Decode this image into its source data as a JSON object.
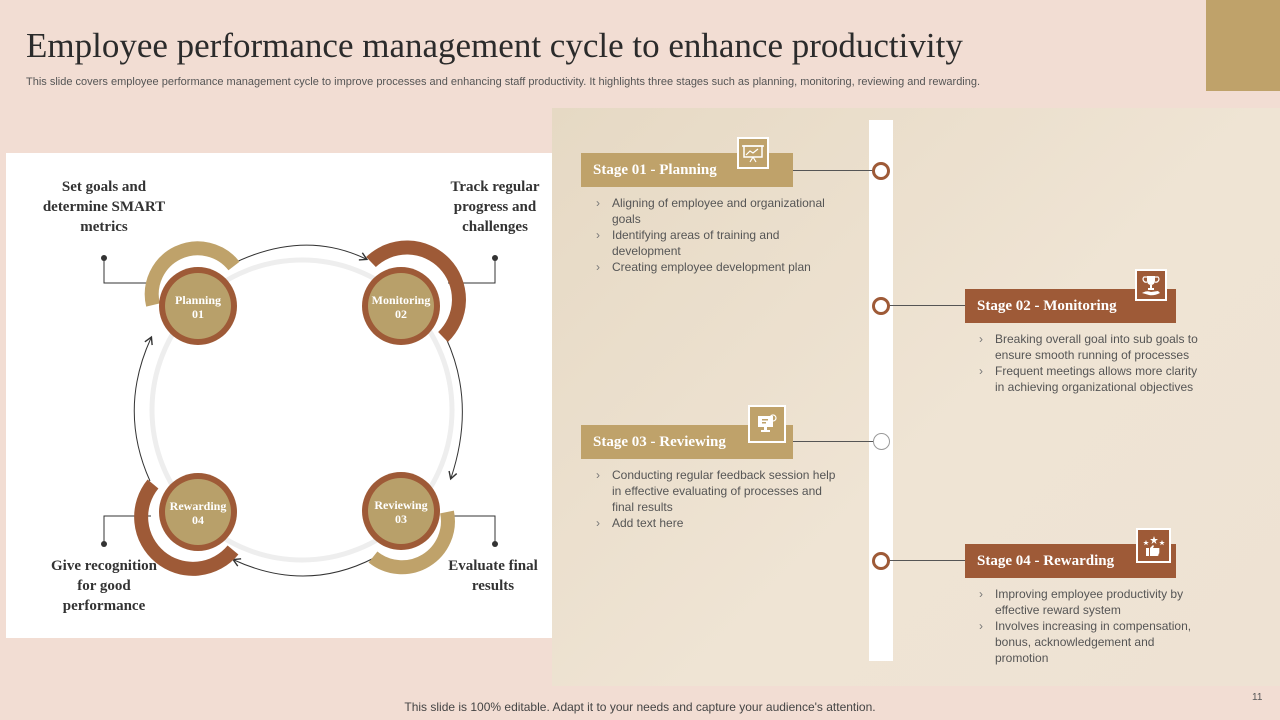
{
  "slide": {
    "title": "Employee performance management cycle to enhance productivity",
    "subtitle": "This slide covers employee performance management cycle to improve processes and enhancing staff productivity. It highlights three stages such as planning, monitoring, reviewing and rewarding.",
    "footer": "This slide is 100% editable. Adapt it to your needs and capture your audience's attention.",
    "page_number": "11"
  },
  "colors": {
    "gold": "#bfa26a",
    "brown": "#9e5a37",
    "tan": "#b8a06a",
    "background": "#f2ddd3"
  },
  "cycle": {
    "nodes": [
      {
        "name": "Planning",
        "number": "01"
      },
      {
        "name": "Monitoring",
        "number": "02"
      },
      {
        "name": "Reviewing",
        "number": "03"
      },
      {
        "name": "Rewarding",
        "number": "04"
      }
    ],
    "captions": {
      "top_left": [
        "Set goals and",
        "determine SMART",
        "metrics"
      ],
      "top_right": [
        "Track regular",
        "progress and",
        "challenges"
      ],
      "bottom_right": [
        "Evaluate final",
        "results"
      ],
      "bottom_left": [
        "Give recognition",
        "for good",
        "performance"
      ]
    }
  },
  "stages": [
    {
      "label": "Stage 01 - Planning",
      "icon": "presentation-board-icon",
      "bullets": [
        "Aligning of employee and organizational goals",
        "Identifying areas of training and development",
        "Creating employee development plan"
      ]
    },
    {
      "label": "Stage 02 - Monitoring",
      "icon": "trophy-hand-icon",
      "bullets": [
        "Breaking overall goal into sub goals to ensure smooth running of processes",
        "Frequent meetings allows more clarity in achieving organizational objectives"
      ]
    },
    {
      "label": "Stage 03 - Reviewing",
      "icon": "monitor-review-icon",
      "bullets": [
        "Conducting regular feedback session help in effective evaluating of processes and final results",
        "Add text here"
      ]
    },
    {
      "label": "Stage 04 - Rewarding",
      "icon": "thumbs-up-stars-icon",
      "bullets": [
        "Improving employee productivity by effective reward system",
        "Involves increasing in compensation, bonus, acknowledgement and promotion"
      ]
    }
  ]
}
